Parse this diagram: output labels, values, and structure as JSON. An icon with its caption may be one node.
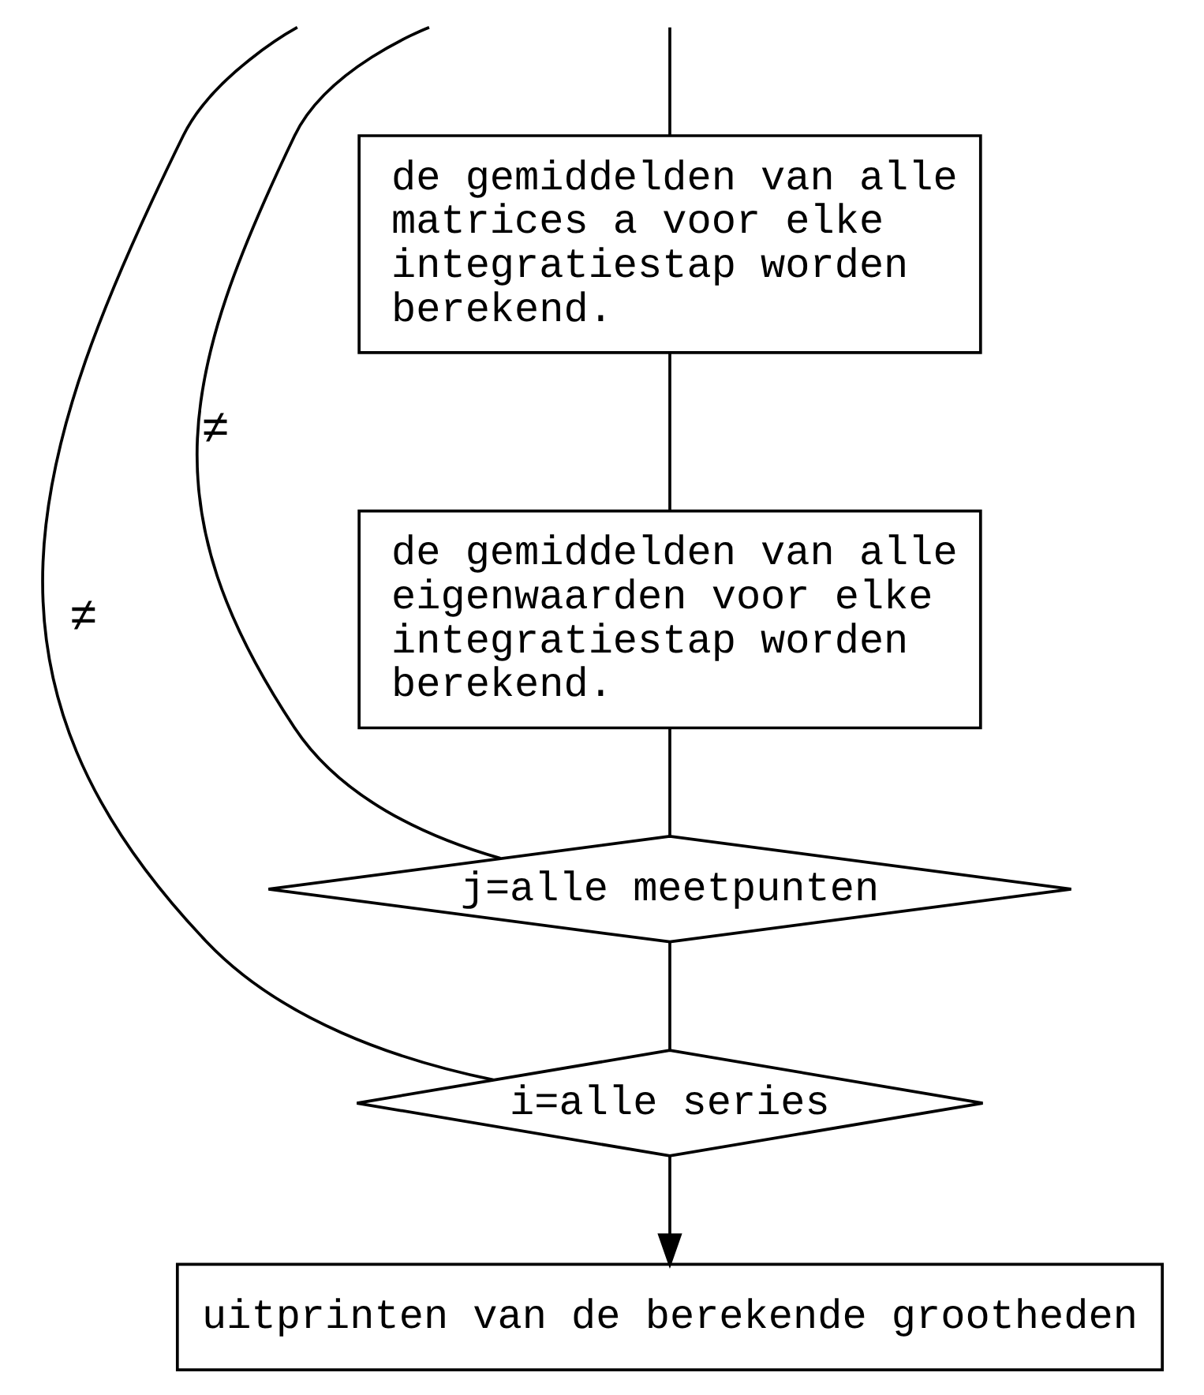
{
  "diagram": {
    "nodes": [
      {
        "text": [
          "de gemiddelden van alle matrices a voor elke integratiestap worden berekend."
        ]
      },
      {
        "text": [
          "de gemiddelden van alle eigenwaarden voor elke integratiestap worden berekend."
        ]
      },
      {
        "text": [
          "j=alle meetpunten"
        ]
      },
      {
        "text": [
          "i=alle series"
        ]
      },
      {
        "text": [
          "uitprinten van de berekende grootheden"
        ]
      }
    ],
    "edges": [
      {
        "from": null,
        "to": 0,
        "arrow": "none"
      },
      {
        "from": 0,
        "to": 1,
        "arrow": "none"
      },
      {
        "from": 1,
        "to": 2,
        "arrow": "none"
      },
      {
        "from": 2,
        "to": 3,
        "arrow": "none"
      },
      {
        "from": 3,
        "to": 4,
        "arrow": "to"
      },
      {
        "from": 2,
        "to": null,
        "arrow": "none",
        "label": "≠"
      },
      {
        "from": 3,
        "to": null,
        "arrow": "none",
        "label": "≠"
      }
    ]
  }
}
